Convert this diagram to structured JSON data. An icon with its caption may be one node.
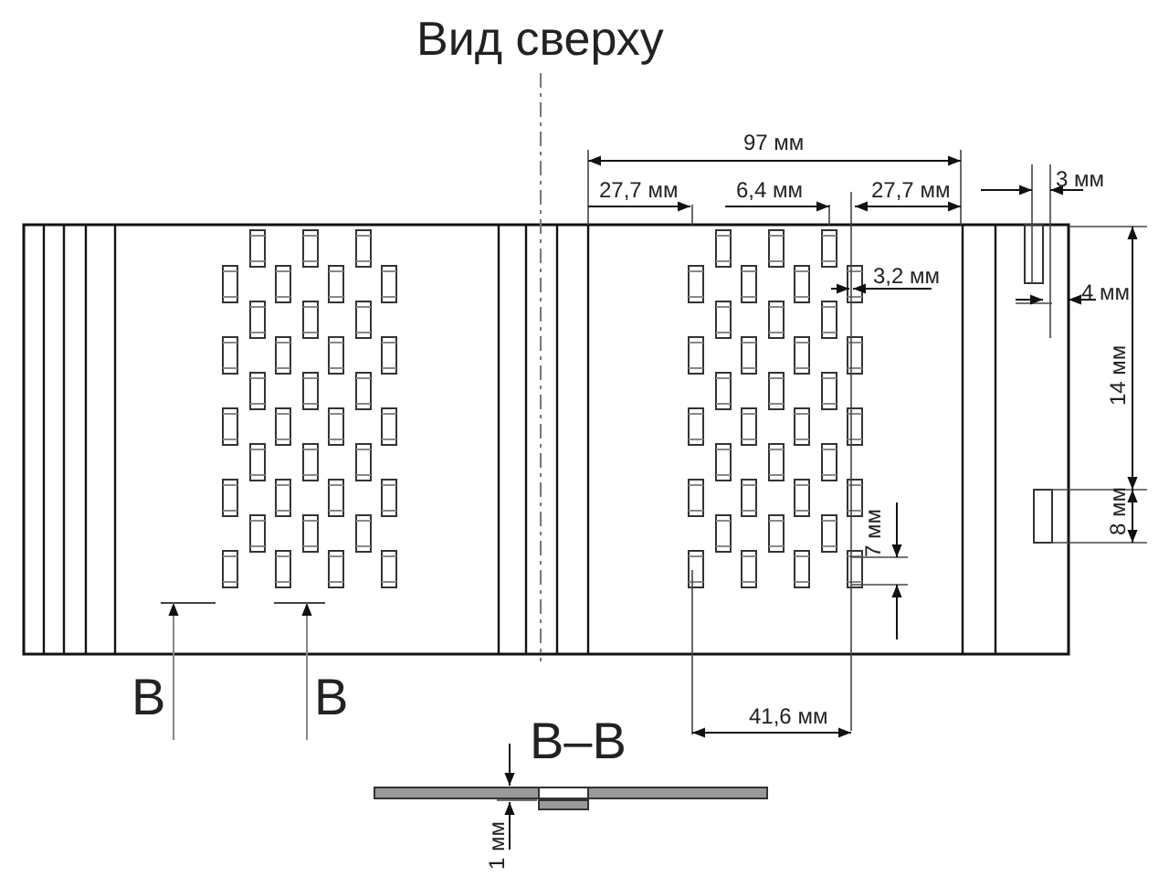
{
  "diagram": {
    "title": "Вид сверху",
    "labels": [
      "97 мм",
      "27,7 мм",
      "6,4 мм",
      "27,7 мм",
      "3 мм",
      "3,2 мм",
      "4 мм",
      "14 мм",
      "7 мм",
      "8 мм",
      "В",
      "В",
      "41,6 мм",
      "В–В",
      "1 мм"
    ]
  }
}
